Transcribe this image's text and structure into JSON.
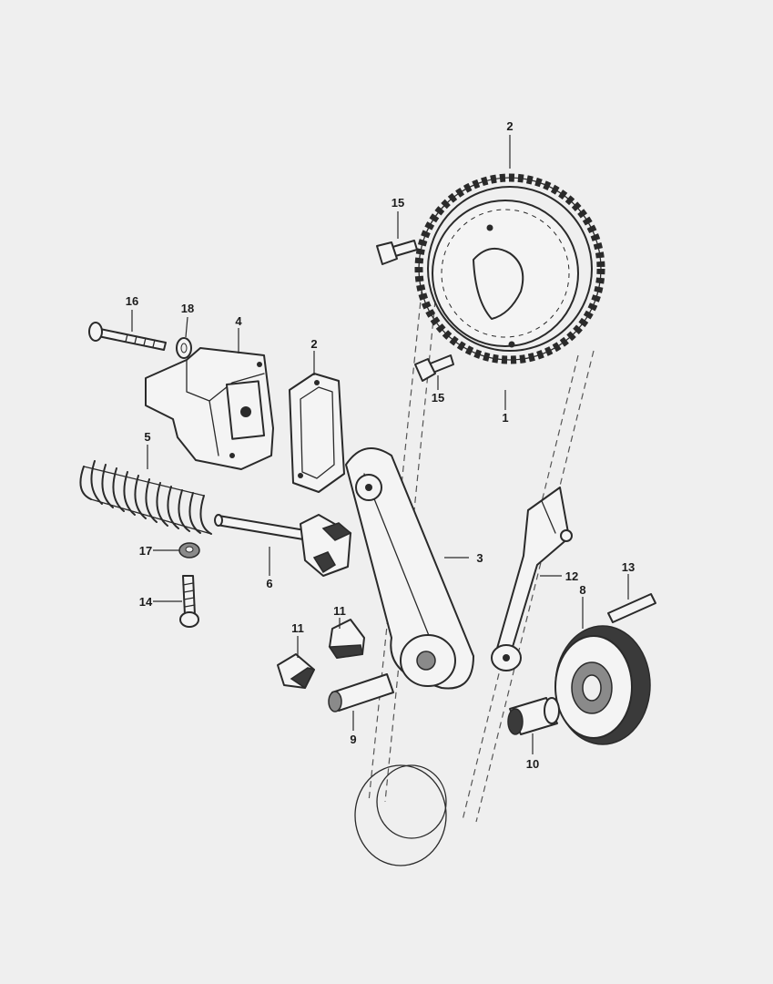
{
  "callouts": {
    "c1": "1",
    "c2_sprocket": "2",
    "c2_gasket": "2",
    "c3": "3",
    "c4": "4",
    "c5": "5",
    "c6": "6",
    "c8": "8",
    "c9": "9",
    "c10": "10",
    "c11_upper": "11",
    "c11_lower": "11",
    "c12": "12",
    "c13": "13",
    "c14": "14",
    "c15_upper": "15",
    "c15_lower": "15",
    "c16": "16",
    "c17": "17",
    "c18": "18"
  }
}
